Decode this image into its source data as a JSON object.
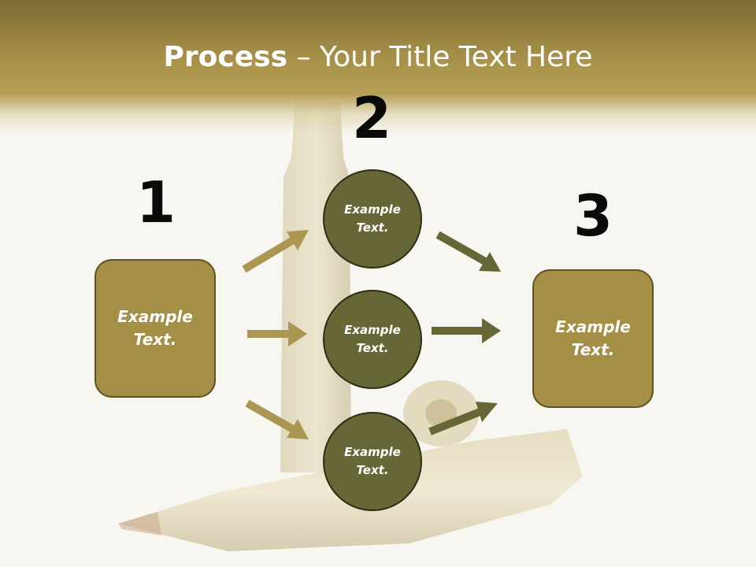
{
  "title": {
    "bold": "Process",
    "rest": " – Your Title Text Here"
  },
  "steps": {
    "one": "1",
    "two": "2",
    "three": "3"
  },
  "left_box": {
    "line1": "Example",
    "line2": "Text."
  },
  "right_box": {
    "line1": "Example",
    "line2": "Text."
  },
  "circles": [
    {
      "line1": "Example",
      "line2": "Text."
    },
    {
      "line1": "Example",
      "line2": "Text."
    },
    {
      "line1": "Example",
      "line2": "Text."
    }
  ],
  "colors": {
    "box": "#a58e45",
    "circle": "#676636",
    "arrow_left": "#ab9752",
    "arrow_right": "#676636",
    "header": "#a8924a"
  }
}
